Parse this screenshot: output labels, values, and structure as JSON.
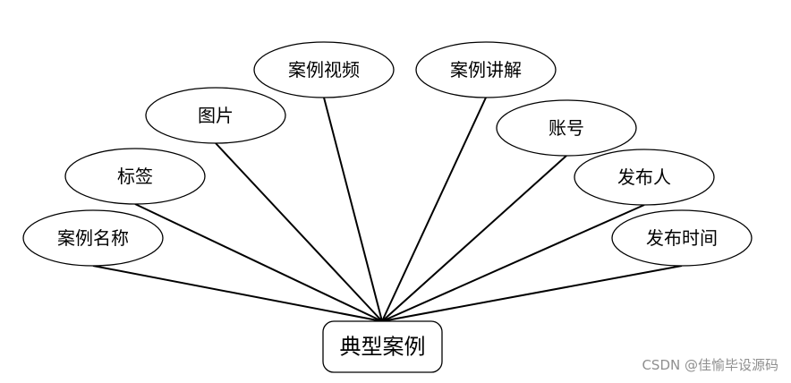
{
  "diagram": {
    "entity": "典型案例",
    "attributes": [
      "案例名称",
      "标签",
      "图片",
      "案例视频",
      "案例讲解",
      "账号",
      "发布人",
      "发布时间"
    ]
  },
  "watermark": "CSDN @佳愉毕设源码"
}
